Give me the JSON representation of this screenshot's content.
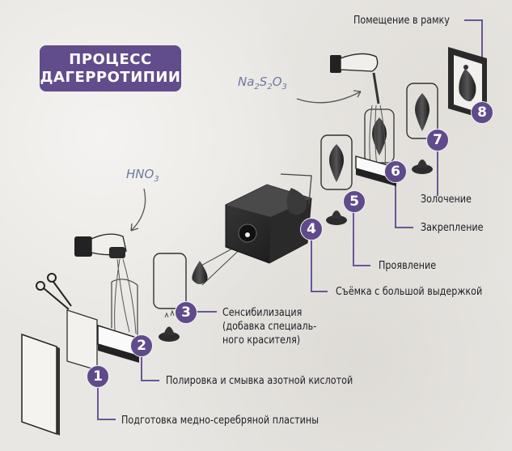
{
  "title": {
    "line1": "ПРОЦЕСС",
    "line2": "ДАГЕРРОТИПИИ"
  },
  "chemicals": {
    "nitric_acid": {
      "base": "HNO",
      "sub": "3"
    },
    "thiosulfate": {
      "p1": "Na",
      "s1": "2",
      "p2": "S",
      "s2": "2",
      "p3": "O",
      "s3": "3"
    }
  },
  "steps": [
    {
      "number": "1",
      "label": "Подготовка медно-серебряной пластины"
    },
    {
      "number": "2",
      "label": "Полировка и смывка азотной кислотой"
    },
    {
      "number": "3",
      "label_lines": [
        "Сенсибилизация",
        "(добавка специаль-",
        "ного красителя)"
      ]
    },
    {
      "number": "4",
      "label": "Съёмка с большой выдержкой"
    },
    {
      "number": "5",
      "label": "Проявление"
    },
    {
      "number": "6",
      "label": "Закрепление"
    },
    {
      "number": "7",
      "label": "Золочение"
    },
    {
      "number": "8",
      "label": "Помещение в рамку"
    }
  ],
  "colors": {
    "accent": "#5f4b8b",
    "chemical_text": "#6b7aa0",
    "label_text": "#1e1e24",
    "background": "#e9e7e3"
  }
}
